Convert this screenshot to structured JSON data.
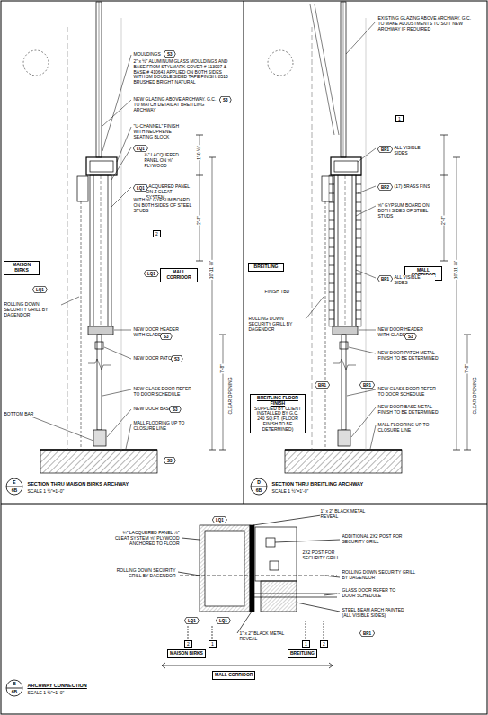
{
  "diagram": {
    "nodes": [
      {
        "text": [
          "MAISON BIRKS"
        ]
      },
      {
        "text": [
          "MALL CORRIDOR"
        ]
      },
      {
        "text": [
          "BREITLING"
        ]
      },
      {
        "text": [
          "MALL CORRIDOR"
        ]
      },
      {
        "text": [
          "BREITLING FLOOR FINISH",
          "SUPPLIED BY CLIENT INSTALLED BY G.C. 240 SQ.FT. (FLOOR FINISH TO BE DETERMINED)"
        ]
      },
      {
        "text": [
          "MAISON BIRKS"
        ]
      },
      {
        "text": [
          "BREITLING"
        ]
      },
      {
        "text": [
          "MALL CORRIDOR"
        ]
      }
    ],
    "labels": [
      "MOULDINGS",
      "S3",
      "2\" x ½\" ALUMINUM GLASS MOULDINGS AND BASE FROM STYLMARK COVER # 113007 & BASE # 410643 APPLIED ON BOTH SIDES WITH 3M DOUBLE SIDED TAPE FINISH: 8510 BRUSHED BRIGHT NATURAL",
      "NEW GLAZING ABOVE ARCHWAY. G.C. TO MATCH DETAIL AT BREITLING ARCHWAY",
      "S3",
      "\"U-CHANNEL\" FINISH WITH NEOPRENE SEATING BLOCK",
      "¾\" LACQUERED PANEL ON ⅝\" PLYWOOD",
      "LQ1",
      "LACQUERED PANEL ON Z CLEAT SYSTEM",
      "LQ1",
      "WITH ⅝\" GYPSUM BOARD ON BOTH SIDES OF STEEL STUDS",
      "2",
      "LQ1",
      "LQ1",
      "ROLLING DOWN SECURITY GRILL BY DAGENDOR",
      "NEW DOOR HEADER WITH CLADDING",
      "S3",
      "NEW DOOR PATCH",
      "S3",
      "NEW GLASS DOOR REFER TO DOOR SCHEDULE",
      "NEW DOOR BASE",
      "S3",
      "MALL FLOORING UP TO CLOSURE LINE",
      "BOTTOM BAR",
      "S3",
      "10'-11 ⅛\"",
      "2'-8\"",
      "1'-0 ½\"",
      "7'-8\"",
      "CLEAR OPENING",
      "E",
      "6B",
      "SECTION THRU MAISON BIRKS ARCHWAY",
      "SCALE 1 ½\"=1'-0\"",
      "EXISTING GLAZING ABOVE ARCHWAY. G.C. TO MAKE ADJUSTMENTS TO SUIT NEW ARCHWAY IF REQUIRED",
      "1",
      "BR1",
      "ALL VISIBLE SIDES",
      "BR2",
      "(17) BRASS FINS",
      "⅝\" GYPSUM BOARD ON BOTH SIDES OF STEEL STUDS",
      "FINISH TBD",
      "BR1",
      "ALL VISIBLE SIDES",
      "ROLLING DOWN SECURITY GRILL BY DAGENDOR",
      "NEW DOOR HEADER WITH CLADDING",
      "S3",
      "NEW DOOR PATCH METAL FINISH TO BE DETERMINED",
      "BR1",
      "BR1",
      "NEW GLASS DOOR REFER TO DOOR SCHEDULE",
      "NEW DOOR BASE METAL FINISH TO BE DETERMINED",
      "MALL FLOORING UP TO CLOSURE LINE",
      "10'-11 ⅛\"",
      "2'-8\"",
      "7'-8\"",
      "CLEAR OPENING",
      "D",
      "6B",
      "SECTION THRU BREITLING ARCHWAY",
      "SCALE 1 ½\"=1'-0\"",
      "LQ1",
      "¾\" LACQUERED PANEL ⅞\" CLEAT SYSTEM ⅝\" PLYWOOD ANCHORED TO FLOOR",
      "ROLLING DOWN SECURITY GRILL BY DAGENDOR",
      "1\" x 2\" BLACK METAL REVEAL",
      "ADDITIONAL 2X2 POST FOR SECURITY GRILL",
      "2X2 POST FOR SECURITY GRILL",
      "ROLLING DOWN SECURITY GRILL BY DAGENDOR",
      "GLASS DOOR REFER TO DOOR SCHEDULE",
      "STEEL BEAM ARCH PAINTED (ALL VISIBLE SIDES)",
      "BR1",
      "1\" x 2\" BLACK METAL REVEAL",
      "LQ1",
      "LQ1",
      "2",
      "1",
      "1",
      "2",
      "B",
      "6B",
      "ARCHWAY CONNECTION",
      "SCALE 1 ½\"=1'-0\""
    ]
  }
}
